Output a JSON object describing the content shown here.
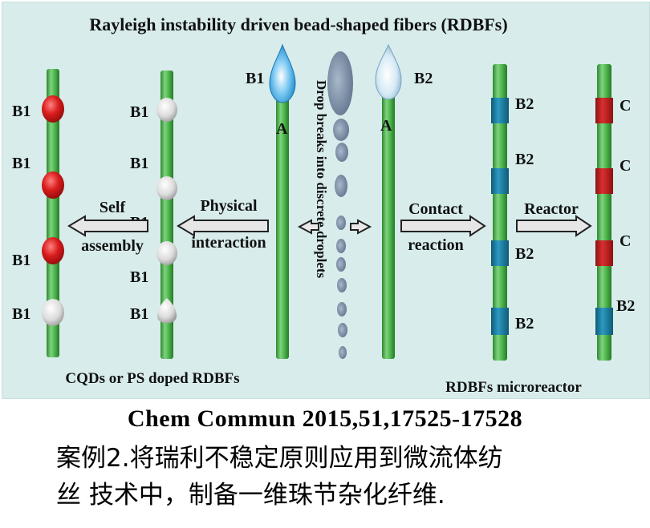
{
  "diagram": {
    "title": "Rayleigh instability driven bead-shaped fibers (RDBFs)",
    "colors": {
      "background": "#d8ecec",
      "fiber": "#46b046",
      "bead_red": "#d41818",
      "bead_white": "#e6e6e6",
      "bead_blue": "#1a7fa0",
      "bead_dark_red": "#c51d1d",
      "droplet": "#7f93aa"
    },
    "labels": {
      "b1": "B1",
      "b2": "B2",
      "a": "A",
      "c": "C"
    },
    "vertical_text": "Drop breaks into discrete droplets",
    "arrows": {
      "self_assembly_line1": "Self",
      "self_assembly_line2": "assembly",
      "physical_line1": "Physical",
      "physical_line2": "interaction",
      "contact_line1": "Contact",
      "contact_line2": "reaction",
      "reactor": "Reactor"
    },
    "captions": {
      "left": "CQDs or PS doped RDBFs",
      "right": "RDBFs microreactor"
    }
  },
  "citation": "Chem Commun  2015,51,17525-17528",
  "caption_line1": "案例2.将瑞利不稳定原则应用到微流体纺",
  "caption_line2": "丝 技术中，制备一维珠节杂化纤维."
}
